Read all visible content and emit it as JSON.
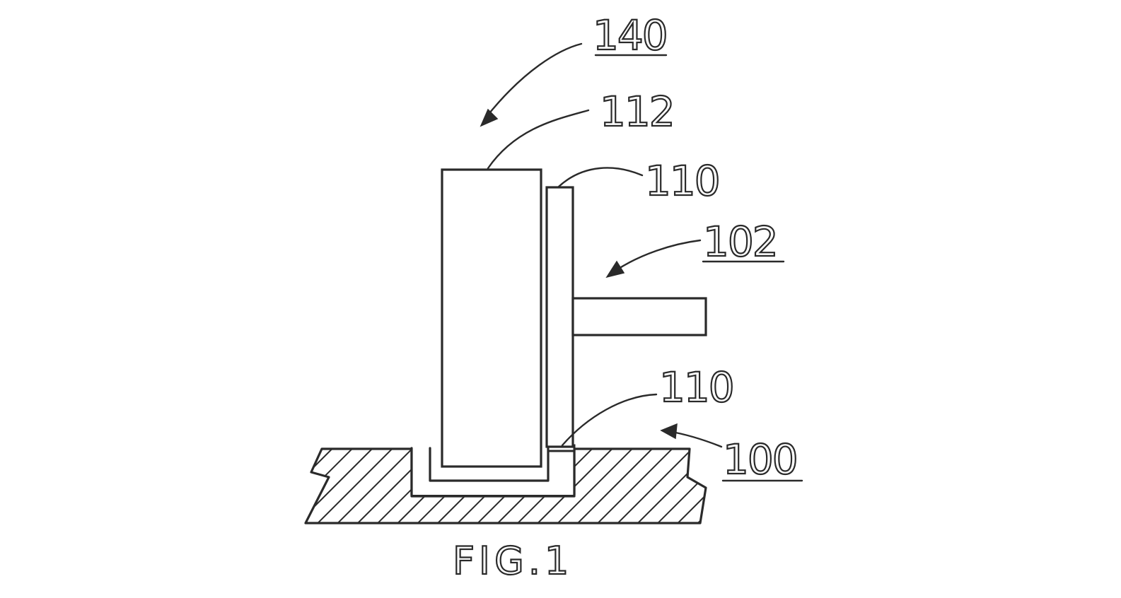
{
  "figure": {
    "caption": "FIG.1",
    "labels": {
      "ref_140": "140",
      "ref_112": "112",
      "ref_110_top": "110",
      "ref_102": "102",
      "ref_110_bottom": "110",
      "ref_100": "100"
    },
    "colors": {
      "ink": "#2a2a2a",
      "paper": "#ffffff"
    }
  }
}
